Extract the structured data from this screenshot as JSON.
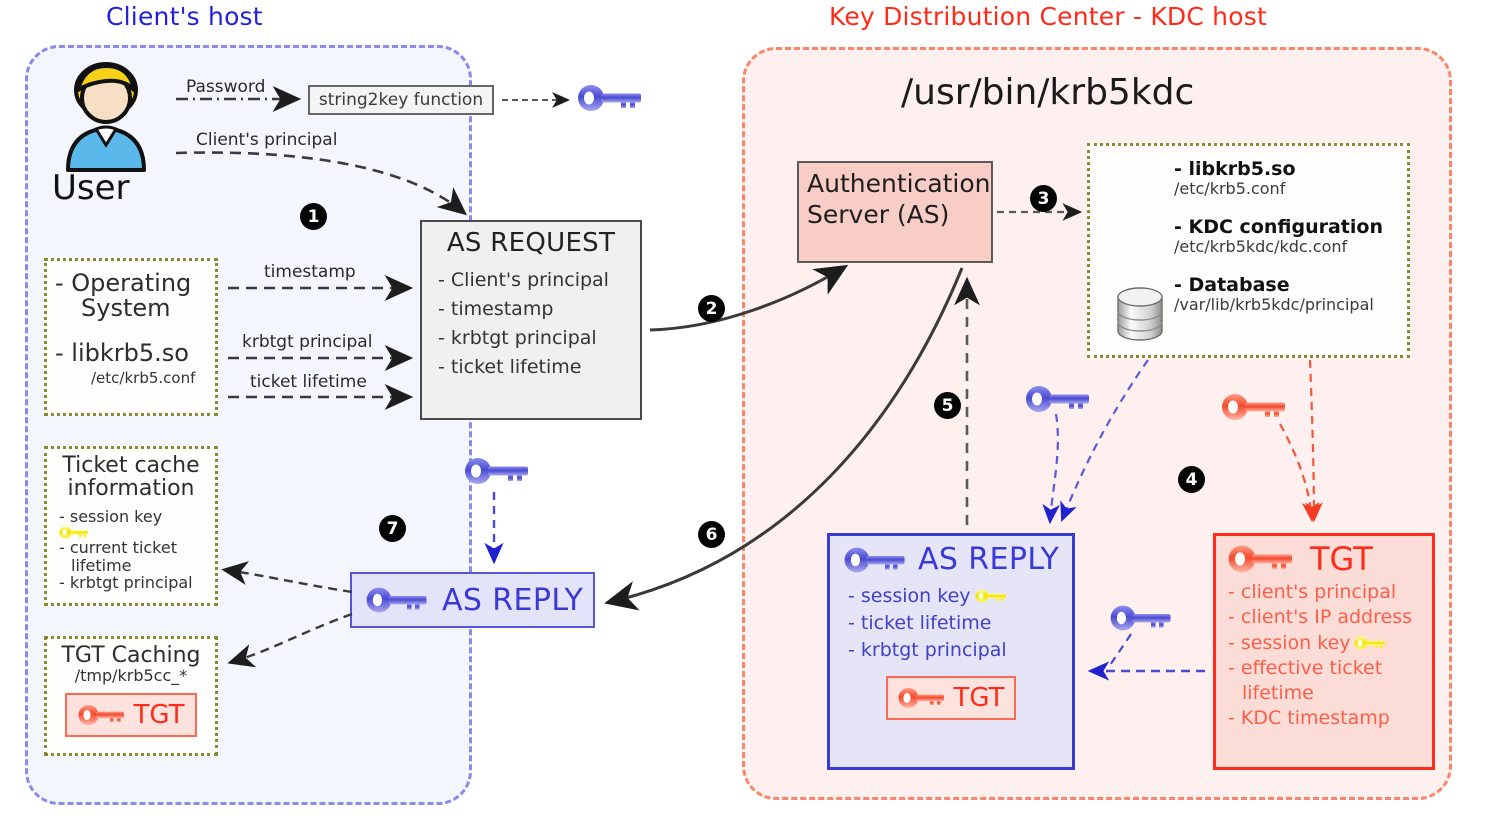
{
  "client_host": {
    "title": "Client's host",
    "user_label": "User",
    "edges": {
      "password": "Password",
      "client_principal": "Client's principal",
      "timestamp": "timestamp",
      "krbtgt_principal": "krbtgt principal",
      "ticket_lifetime": "ticket lifetime"
    },
    "string2key_box": "string2key function",
    "os_box": {
      "item1": "- Operating",
      "item1_cont": "System",
      "item2": "- libkrb5.so",
      "item2_path": "/etc/krb5.conf"
    },
    "ticket_cache_box": {
      "title_line1": "Ticket cache",
      "title_line2": "information",
      "items": [
        "- session key",
        "- current ticket",
        "lifetime",
        "- krbtgt principal"
      ]
    },
    "tgt_cache_box": {
      "title": "TGT Caching",
      "path": "/tmp/krb5cc_*",
      "chip_label": "TGT"
    },
    "as_request_box": {
      "title": "AS REQUEST",
      "items": [
        "- Client's principal",
        "- timestamp",
        "- krbtgt principal",
        "- ticket lifetime"
      ]
    },
    "as_reply_box": {
      "label": "AS REPLY"
    }
  },
  "kdc_host": {
    "title": "Key Distribution Center - KDC host",
    "binary_path": "/usr/bin/krb5kdc",
    "as_box": {
      "line1": "Authentication",
      "line2": "Server (AS)"
    },
    "config_box": {
      "entries": [
        {
          "name": "- libkrb5.so",
          "path": "/etc/krb5.conf"
        },
        {
          "name": "- KDC configuration",
          "path": "/etc/krb5kdc/kdc.conf"
        },
        {
          "name": "- Database",
          "path": "/var/lib/krb5kdc/principal"
        }
      ]
    },
    "as_reply_box": {
      "label": "AS REPLY",
      "items": [
        "- session key",
        "- ticket lifetime",
        "- krbtgt principal"
      ],
      "chip_label": "TGT"
    },
    "tgt_box": {
      "label": "TGT",
      "items": [
        "- client's principal",
        "- client's IP address",
        "- session key",
        "- effective ticket",
        "lifetime",
        "- KDC timestamp"
      ]
    }
  },
  "steps": {
    "one": "1",
    "two": "2",
    "three": "3",
    "four": "4",
    "five": "5",
    "six": "6",
    "seven": "7"
  },
  "colors": {
    "client_border": "#8a8ae8",
    "client_bg": "#f4f6fd",
    "client_title": "#2222dd",
    "kdc_border": "#f9866b",
    "kdc_bg": "#fdf0ee",
    "kdc_title": "#ff2a17",
    "as_server_bg": "#f8cdc6",
    "blue_key": "#5b5bd6",
    "red_key": "#f4573c",
    "yellow_key": "#f2e600",
    "tgt_red": "#ff2a17",
    "as_reply_blue": "#3939d8",
    "dotted_olive": "#8a8a36"
  },
  "icons": {
    "user": "user-avatar-icon",
    "blue_key": "blue-key-icon",
    "red_key": "red-key-icon",
    "yellow_key": "yellow-key-icon",
    "database": "database-cylinder-icon"
  }
}
